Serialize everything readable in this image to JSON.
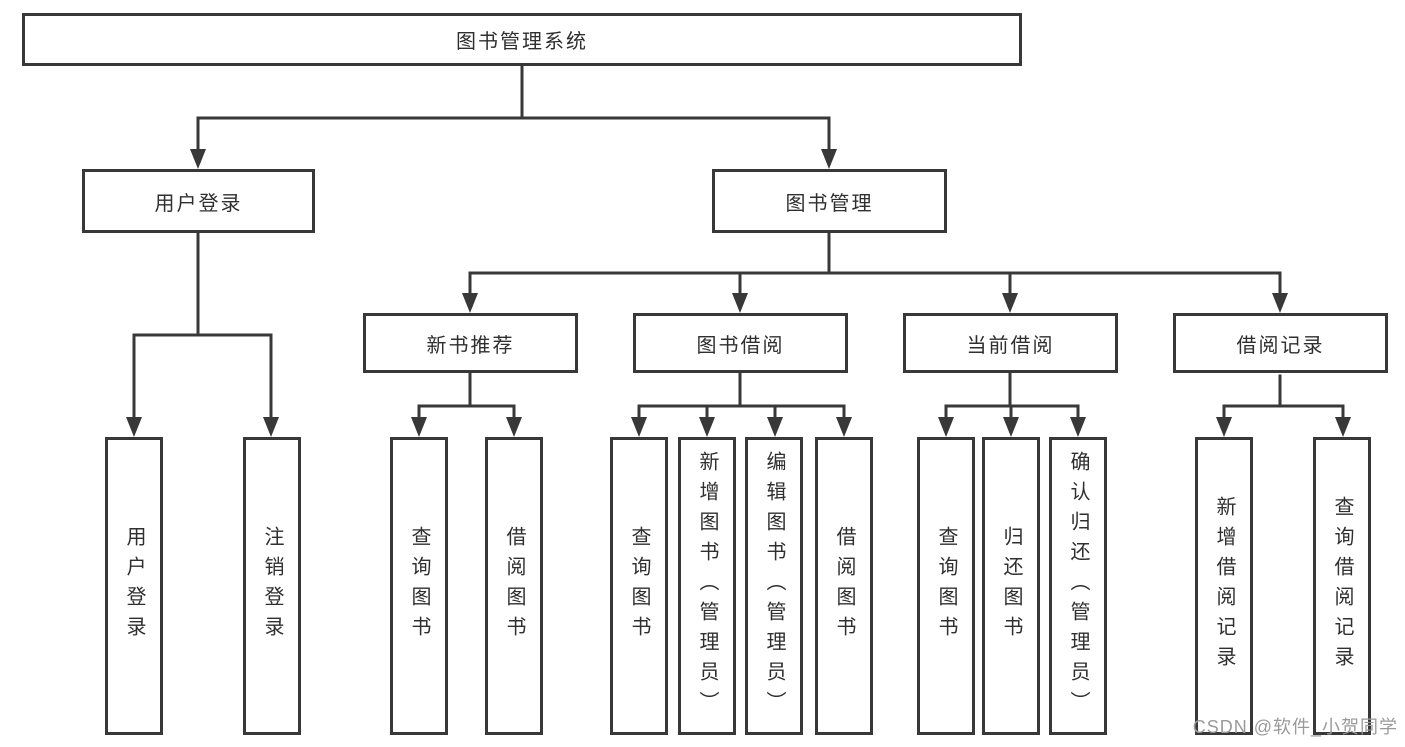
{
  "diagram": {
    "tree": {
      "label": "图书管理系统",
      "children": [
        {
          "label": "用户登录",
          "children": [
            {
              "label": "用户登录"
            },
            {
              "label": "注销登录"
            }
          ]
        },
        {
          "label": "图书管理",
          "children": [
            {
              "label": "新书推荐",
              "children": [
                {
                  "label": "查询图书"
                },
                {
                  "label": "借阅图书"
                }
              ]
            },
            {
              "label": "图书借阅",
              "children": [
                {
                  "label": "查询图书"
                },
                {
                  "label": "新增图书（管理员）"
                },
                {
                  "label": "编辑图书（管理员）"
                },
                {
                  "label": "借阅图书"
                }
              ]
            },
            {
              "label": "当前借阅",
              "children": [
                {
                  "label": "查询图书"
                },
                {
                  "label": "归还图书"
                },
                {
                  "label": "确认归还（管理员）"
                }
              ]
            },
            {
              "label": "借阅记录",
              "children": [
                {
                  "label": "新增借阅记录"
                },
                {
                  "label": "查询借阅记录"
                }
              ]
            }
          ]
        }
      ]
    },
    "colors": {
      "line": "#383838",
      "text": "#2f2f2f",
      "watermark": "#9a9a9a",
      "background": "#ffffff"
    }
  },
  "watermark": {
    "text": "CSDN @软件_小贺同学"
  }
}
